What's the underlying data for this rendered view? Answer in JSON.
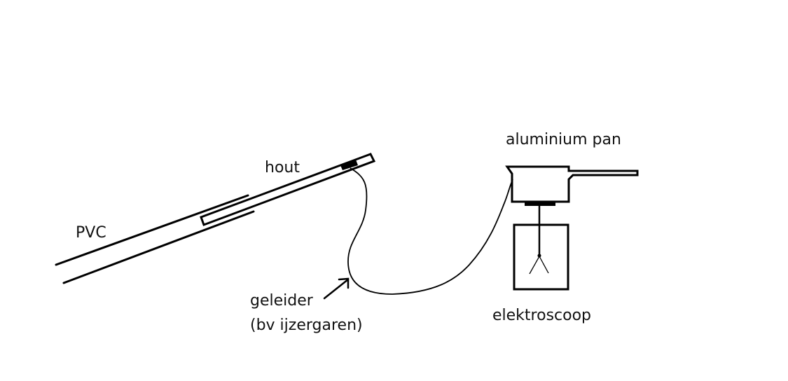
{
  "diagram": {
    "labels": {
      "pvc": "PVC",
      "wood": "hout",
      "pan": "aluminium pan",
      "conductor": "geleider",
      "conductor_example": "(bv ijzergaren)",
      "electroscope": "elektroscoop"
    },
    "colors": {
      "background": "#ffffff",
      "stroke": "#000000",
      "text": "#111111"
    },
    "components": [
      {
        "id": "pvc-tube",
        "name": "PVC"
      },
      {
        "id": "wooden-insert",
        "name": "hout"
      },
      {
        "id": "contact-patch",
        "name": "contact"
      },
      {
        "id": "conductor-wire",
        "name": "geleider"
      },
      {
        "id": "aluminium-pan",
        "name": "aluminium pan"
      },
      {
        "id": "electroscope",
        "name": "elektroscoop"
      }
    ]
  }
}
